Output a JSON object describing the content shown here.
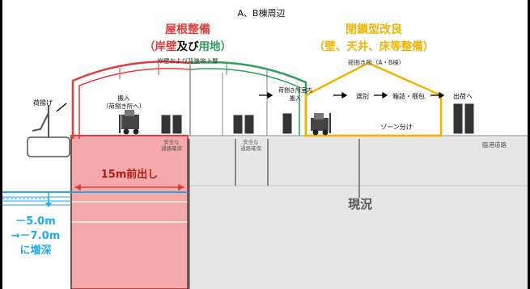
{
  "title": "A、B棟周辺",
  "roof_group": {
    "title": "屋根整備",
    "subtitle_open": "（",
    "subtitle_part1": "岸壁",
    "subtitle_part2": "及び",
    "subtitle_part3": "用地",
    "subtitle_close": "）",
    "note": "岸壁および背後地上屋"
  },
  "closed_group": {
    "title": "閉鎖型改良",
    "subtitle": "（壁、天井、床等整備）",
    "note": "荷捌き所（A・B棟）"
  },
  "labels": {
    "cargo_handling": "荷揚げ",
    "carry_in": "搬入",
    "carry_in_sub": "（荷捌き所へ）",
    "indoor_carry_in_1": "荷捌き所室内",
    "indoor_carry_in_2": "搬入",
    "sorting": "選別",
    "packing": "箱詰・梱包",
    "shipping": "出荷へ",
    "zoning": "ゾーン分け",
    "passage_left_1": "安全な",
    "passage_left_2": "通路確保",
    "passage_right_1": "安全な",
    "passage_right_2": "通路確保",
    "port_road": "臨港道路",
    "extension": "15m前出し",
    "current": "現況",
    "depth_from": "－5.0m",
    "depth_to": "→－7.0m",
    "depth_note": "に増深"
  },
  "colors": {
    "red": "#e03c3c",
    "green": "#2e9e58",
    "orange": "#f0b400",
    "water": "#1eaaf0",
    "ground": "#e6e6e6",
    "pink_fill": "#f4aaaa"
  }
}
